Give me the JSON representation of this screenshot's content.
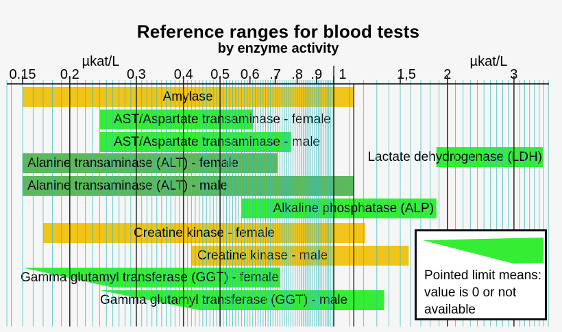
{
  "title": "Reference ranges for blood tests",
  "subtitle": "by enzyme activity",
  "axis": {
    "unit_left": "µkat/L",
    "unit_right": "µkat/L",
    "scale": "log",
    "ticks": [
      {
        "label": "0.15",
        "value": 0.15
      },
      {
        "label": "0.2",
        "value": 0.2
      },
      {
        "label": "0.3",
        "value": 0.3
      },
      {
        "label": "0.4",
        "value": 0.4
      },
      {
        "label": "0.5",
        "value": 0.5
      },
      {
        "label": "0.6",
        "value": 0.6
      },
      {
        "label": ".7",
        "value": 0.7
      },
      {
        "label": ".8",
        "value": 0.8
      },
      {
        "label": ".9",
        "value": 0.9
      },
      {
        "label": "1",
        "value": 1
      },
      {
        "label": "1,5",
        "value": 1.5
      },
      {
        "label": "2",
        "value": 2
      },
      {
        "label": "3",
        "value": 3
      }
    ]
  },
  "colors": {
    "yellow": "#F0C419",
    "bright_green": "#33EE33",
    "medium_green": "#5CB85C",
    "grid_minor": "#3EBEBE",
    "grid_major": "#1A1A1A",
    "background": "#F6F6F6",
    "legend_background": "#FFFFFF"
  },
  "chart_data": {
    "type": "bar",
    "orientation": "horizontal-range",
    "x_scale": "log",
    "x_unit": "µkat/L",
    "x_range": [
      0.136,
      3.7
    ],
    "title": "Reference ranges for blood tests",
    "subtitle": "by enzyme activity",
    "bars": [
      {
        "label": "Amylase",
        "start": 0.15,
        "end": 1.13,
        "color": "yellow"
      },
      {
        "label": "AST/Aspartate transaminase - female",
        "start": 0.24,
        "end": 0.61,
        "color": "bright_green"
      },
      {
        "label": "AST/Aspartate transaminase - male",
        "start": 0.24,
        "end": 0.77,
        "color": "bright_green"
      },
      {
        "label": "Lactate dehydrogenase (LDH)",
        "start": 1.87,
        "end": 3.58,
        "color": "bright_green"
      },
      {
        "label": "Alanine transaminase (ALT) - female",
        "start": 0.15,
        "end": 0.71,
        "color": "medium_green"
      },
      {
        "label": "Alanine transaminase (ALT) - male",
        "start": 0.15,
        "end": 1.13,
        "color": "medium_green"
      },
      {
        "label": "Alkaline phosphatase (ALP)",
        "start": 0.57,
        "end": 1.87,
        "color": "bright_green"
      },
      {
        "label": "Creatine kinase - female",
        "start": 0.17,
        "end": 1.21,
        "color": "yellow"
      },
      {
        "label": "Creatine kinase - male",
        "start": 0.42,
        "end": 1.58,
        "color": "yellow"
      },
      {
        "label": "Gamma glutamyl transferase (GGT) - female",
        "start": 0.15,
        "end": 0.72,
        "pointed_start": true,
        "taper_until": 0.26,
        "color": "bright_green"
      },
      {
        "label": "Gamma glutamyl transferase (GGT) - male",
        "start": 0.24,
        "end": 1.36,
        "pointed_start": true,
        "taper_until": 0.44,
        "color": "bright_green"
      }
    ],
    "legend_note": "Pointed limit means: value is 0 or not available"
  },
  "legend": {
    "lines": [
      "Pointed limit means:",
      "value is 0 or not",
      "available"
    ]
  }
}
